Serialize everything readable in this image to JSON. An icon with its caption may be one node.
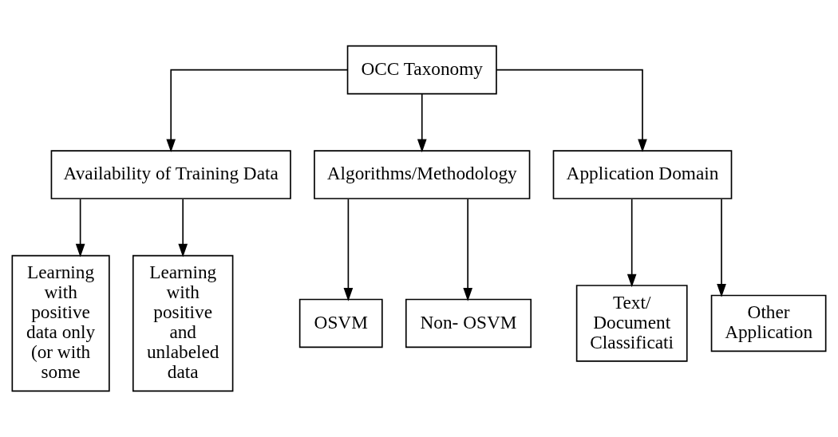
{
  "diagram": {
    "nodes": [
      {
        "text": [
          "OCC Taxonomy"
        ]
      },
      {
        "text": [
          "Availability of Training Data"
        ]
      },
      {
        "text": [
          "Algorithms/Methodology"
        ]
      },
      {
        "text": [
          "Application Domain"
        ]
      },
      {
        "text": [
          "Learning with positive data only (or with some"
        ]
      },
      {
        "text": [
          "Learning with positive and unlabeled data"
        ]
      },
      {
        "text": [
          "OSVM"
        ]
      },
      {
        "text": [
          "Non- OSVM"
        ]
      },
      {
        "text": [
          "Text/ Document Classificati"
        ]
      },
      {
        "text": [
          "Other Application"
        ]
      }
    ],
    "edges": [
      {
        "from": 0,
        "to": 1,
        "arrow": "to"
      },
      {
        "from": 0,
        "to": 2,
        "arrow": "to"
      },
      {
        "from": 0,
        "to": 3,
        "arrow": "to"
      },
      {
        "from": 1,
        "to": 4,
        "arrow": "to"
      },
      {
        "from": 1,
        "to": 5,
        "arrow": "to"
      },
      {
        "from": 2,
        "to": 6,
        "arrow": "to"
      },
      {
        "from": 2,
        "to": 7,
        "arrow": "to"
      },
      {
        "from": 3,
        "to": 8,
        "arrow": "to"
      },
      {
        "from": 3,
        "to": 9,
        "arrow": "to"
      }
    ]
  }
}
